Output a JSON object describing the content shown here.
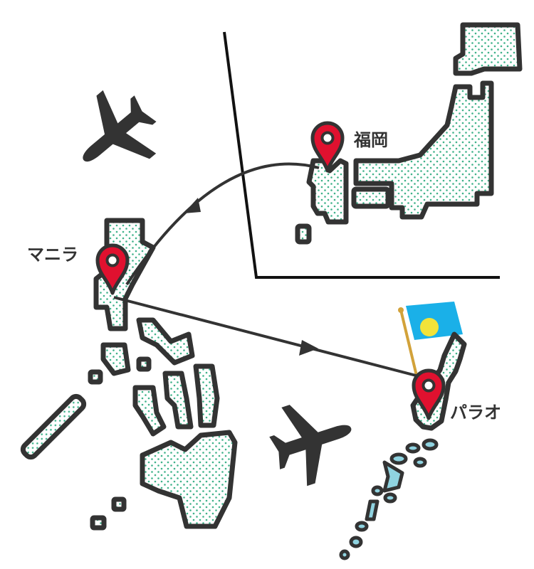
{
  "labels": {
    "fukuoka": "福岡",
    "manila": "マニラ",
    "palau": "パラオ"
  },
  "colors": {
    "outline": "#333333",
    "pin": "#e0112f",
    "land_dots": "#3fb28a",
    "palau_flag_blue": "#1ab0e8",
    "palau_flag_moon": "#f2e33a",
    "flag_pole": "#d2a23a"
  },
  "icons": [
    "airplane-icon",
    "map-pin-icon",
    "palau-flag-icon"
  ],
  "routes": [
    {
      "from": "福岡",
      "to": "マニラ"
    },
    {
      "from": "マニラ",
      "to": "パラオ"
    }
  ]
}
